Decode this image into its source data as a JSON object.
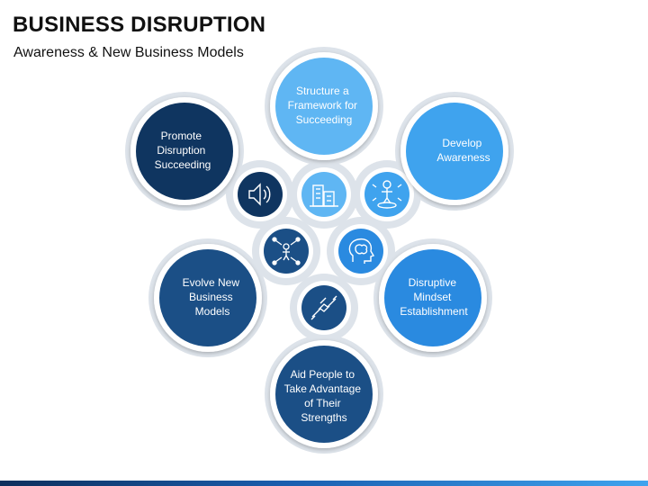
{
  "header": {
    "title": "BUSINESS DISRUPTION",
    "subtitle": "Awareness & New Business Models"
  },
  "colors": {
    "dark_navy": "#0f3560",
    "navy": "#1b4f86",
    "blue": "#1e73c3",
    "mid_blue": "#2a8ae0",
    "light_blue": "#3fa3ee",
    "sky_blue": "#5fb6f3",
    "ring_gray": "#dde3ea"
  },
  "items": [
    {
      "id": "structure",
      "lines": [
        "Structure a",
        "Framework for",
        "Succeeding"
      ],
      "icon": "office-buildings-icon"
    },
    {
      "id": "develop",
      "lines": [
        "Develop",
        "Awareness"
      ],
      "icon": "idea-person-icon"
    },
    {
      "id": "mindset",
      "lines": [
        "Disruptive",
        "Mindset",
        "Establishment"
      ],
      "icon": "brain-head-icon"
    },
    {
      "id": "aid",
      "lines": [
        "Aid People to",
        "Take Advantage",
        "of Their",
        "Strengths"
      ],
      "icon": "handshake-icon"
    },
    {
      "id": "evolve",
      "lines": [
        "Evolve New",
        "Business",
        "Models"
      ],
      "icon": "network-person-icon"
    },
    {
      "id": "promote",
      "lines": [
        "Promote",
        "Disruption",
        "Succeeding"
      ],
      "icon": "speaker-icon"
    }
  ]
}
